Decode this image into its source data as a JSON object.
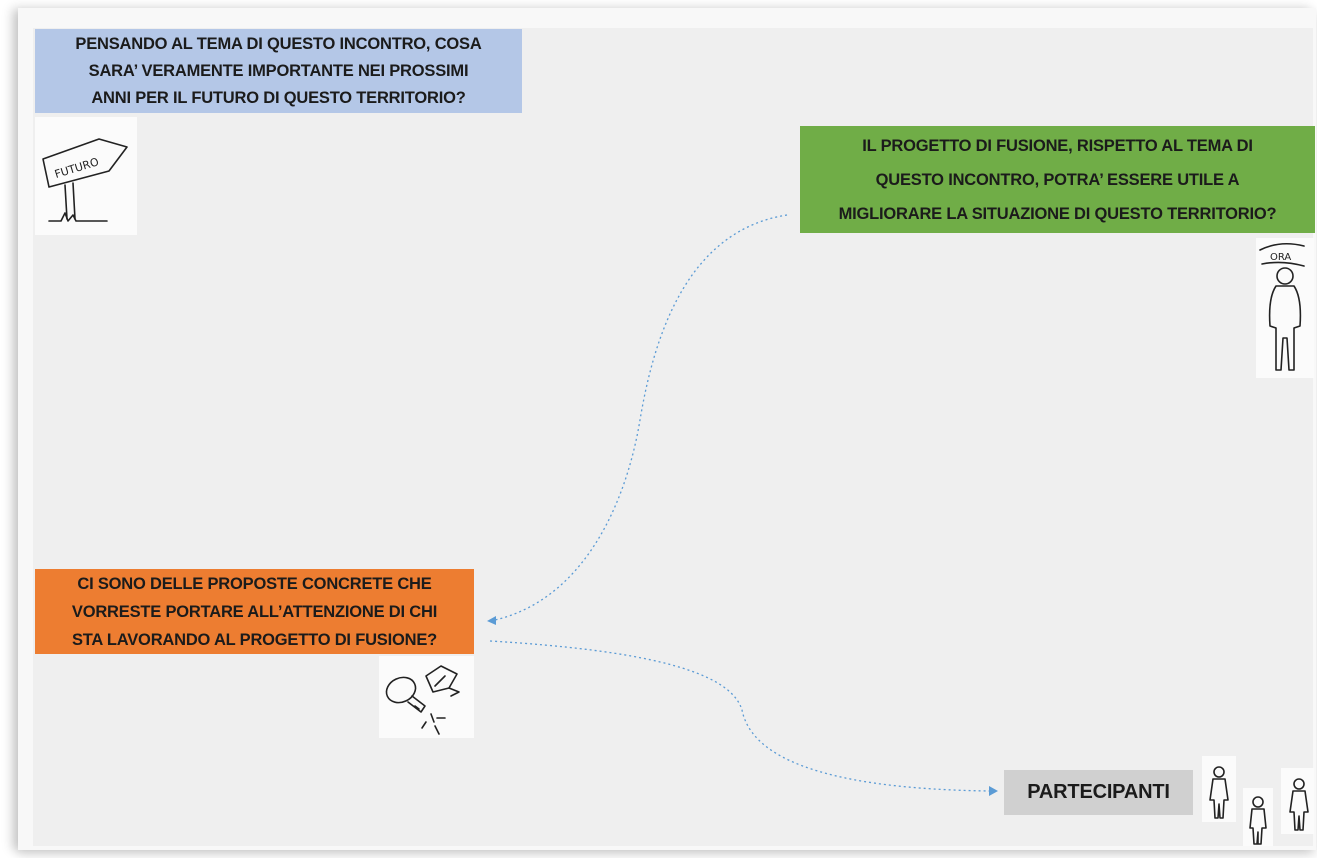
{
  "boxes": {
    "future_question": [
      "PENSANDO AL TEMA DI QUESTO INCONTRO, COSA",
      "SARA’ VERAMENTE IMPORTANTE NEI PROSSIMI",
      "ANNI PER IL FUTURO DI QUESTO TERRITORIO?"
    ],
    "fusion_question": [
      "IL PROGETTO DI FUSIONE, RISPETTO AL TEMA DI",
      "QUESTO INCONTRO, POTRA’ ESSERE UTILE A",
      "MIGLIORARE LA SITUAZIONE DI QUESTO TERRITORIO?"
    ],
    "proposals_question": [
      "CI SONO DELLE PROPOSTE CONCRETE CHE",
      "VORRESTE PORTARE ALL’ATTENZIONE DI CHI",
      "STA LAVORANDO AL PROGETTO DI FUSIONE?"
    ],
    "participants_label": "PARTECIPANTI"
  },
  "illustrations": {
    "future_sign_text": "FUTURO",
    "now_sign_text": "ORA"
  },
  "colors": {
    "blue": "#b4c7e7",
    "green": "#70ad47",
    "orange": "#ed7d31",
    "grey": "#d0d0d0",
    "arrow": "#5b9bd5"
  },
  "icons": [
    "future-signpost-icon",
    "person-now-icon",
    "lightbulb-ideas-icon",
    "participants-icon"
  ]
}
